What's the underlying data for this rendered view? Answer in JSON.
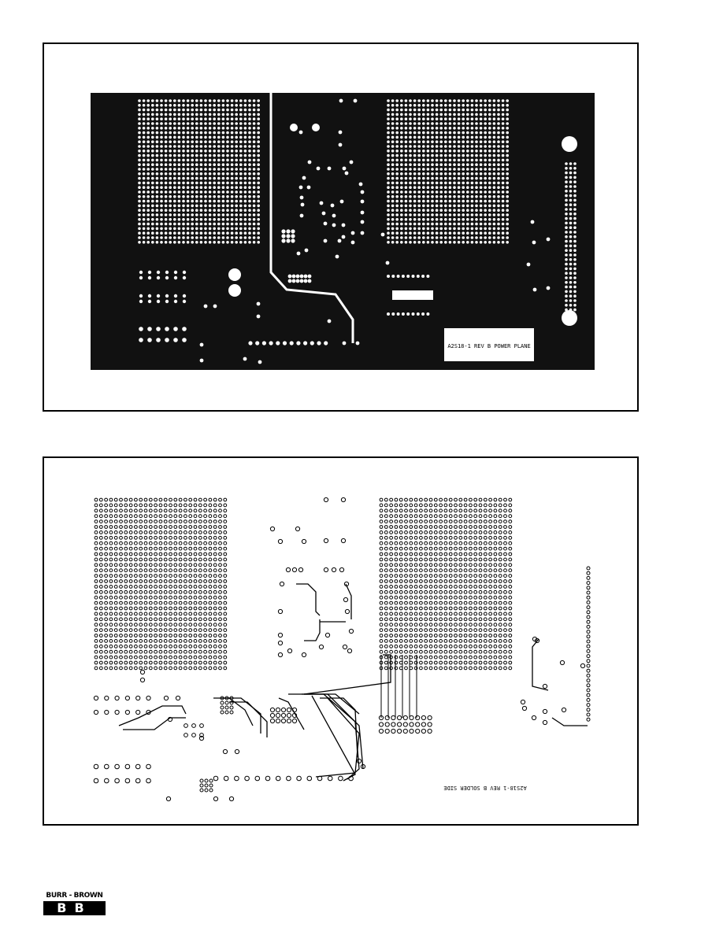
{
  "figures": {
    "power_plane": {
      "label": "A2S18-1 REV B POWER PLANE"
    },
    "solder_side": {
      "label": "A2S18-1 REV B SOLDER SIDE"
    }
  },
  "footer": {
    "logo_text": "BURR - BROWN",
    "logo_letters": "BB"
  },
  "colors": {
    "ink": "#000000",
    "paper": "#ffffff",
    "board": "#111111"
  }
}
